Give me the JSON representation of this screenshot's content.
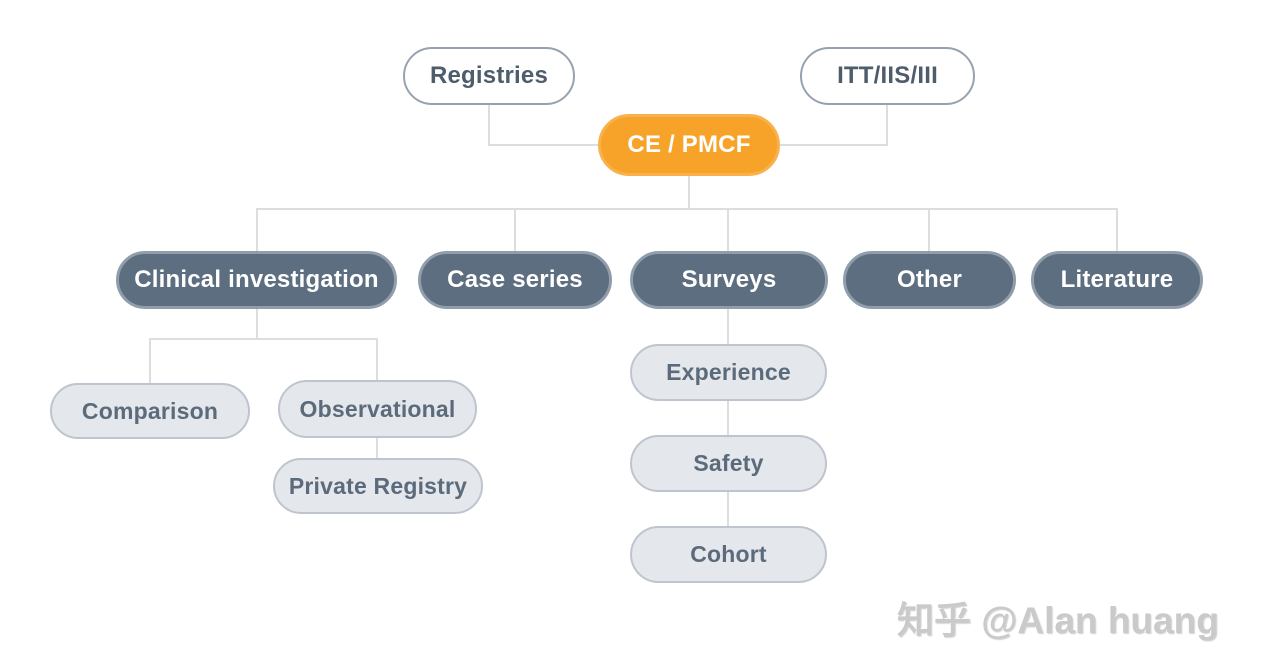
{
  "diagram": {
    "title": "CE / PMCF evidence sources mind map",
    "nodes": {
      "registries": {
        "label": "Registries",
        "style": "outline"
      },
      "itt_iis_iii": {
        "label": "ITT/IIS/III",
        "style": "outline"
      },
      "ce_pmcf": {
        "label": "CE / PMCF",
        "style": "accent"
      },
      "clinical_investigation": {
        "label": "Clinical investigation",
        "style": "dark"
      },
      "case_series": {
        "label": "Case series",
        "style": "dark"
      },
      "surveys": {
        "label": "Surveys",
        "style": "dark"
      },
      "other": {
        "label": "Other",
        "style": "dark"
      },
      "literature": {
        "label": "Literature",
        "style": "dark"
      },
      "comparison": {
        "label": "Comparison",
        "style": "light"
      },
      "observational": {
        "label": "Observational",
        "style": "light"
      },
      "private_registry": {
        "label": "Private Registry",
        "style": "light"
      },
      "experience": {
        "label": "Experience",
        "style": "light"
      },
      "safety": {
        "label": "Safety",
        "style": "light"
      },
      "cohort": {
        "label": "Cohort",
        "style": "light"
      }
    },
    "edges": [
      [
        "registries",
        "ce_pmcf"
      ],
      [
        "itt_iis_iii",
        "ce_pmcf"
      ],
      [
        "ce_pmcf",
        "clinical_investigation"
      ],
      [
        "ce_pmcf",
        "case_series"
      ],
      [
        "ce_pmcf",
        "surveys"
      ],
      [
        "ce_pmcf",
        "other"
      ],
      [
        "ce_pmcf",
        "literature"
      ],
      [
        "clinical_investigation",
        "comparison"
      ],
      [
        "clinical_investigation",
        "observational"
      ],
      [
        "observational",
        "private_registry"
      ],
      [
        "surveys",
        "experience"
      ],
      [
        "experience",
        "safety"
      ],
      [
        "safety",
        "cohort"
      ]
    ]
  },
  "colors": {
    "accent_orange": "#F7A32A",
    "accent_orange_border": "#F8B14D",
    "dark_node_fill": "#5C6E80",
    "dark_node_border": "#909DAA",
    "light_node_fill": "#E4E7EB",
    "light_node_border": "#BEC5CE",
    "light_node_text": "#5B6B7B",
    "outline_border": "#97A2B0",
    "text_dark": "#4E5D6C",
    "text_white": "#FFFFFF",
    "connector": "#DBDDDF",
    "watermark": "#CACACA"
  },
  "watermark": {
    "text": "知乎 @Alan huang"
  }
}
